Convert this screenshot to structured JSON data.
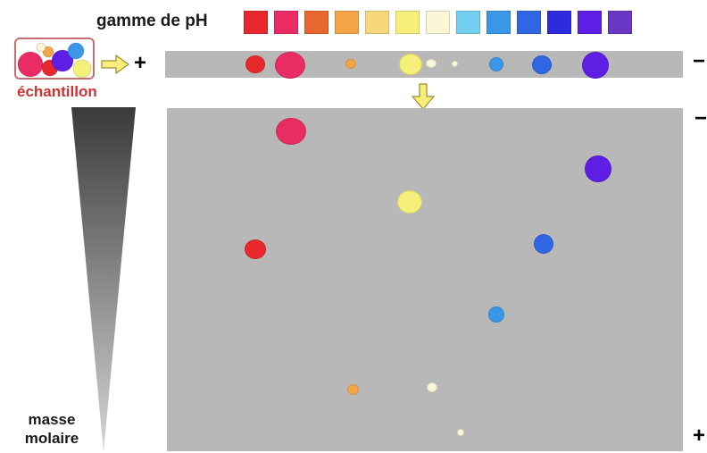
{
  "ph_scale": {
    "label": "gamme de pH",
    "colors": [
      "#e8282c",
      "#ea2c64",
      "#ea6630",
      "#f4a548",
      "#f6d77a",
      "#f6f07a",
      "#fbf7d6",
      "#72cff0",
      "#3a97e8",
      "#3066e4",
      "#2e2ae0",
      "#5e1ee4",
      "#6a36c4"
    ]
  },
  "sample": {
    "label": "échantillon",
    "colors": [
      "#ea2c64",
      "#e8282c",
      "#f6f07a",
      "#5e1ee4",
      "#3a97e8",
      "#f4a548",
      "#fbf7d6"
    ]
  },
  "first_dimension": {
    "positive_sign": "+",
    "negative_sign": "−",
    "spot_colors": [
      "#e8282c",
      "#ea2c64",
      "#f4a548",
      "#f6f07a",
      "#fbf7d6",
      "#fbf7d6",
      "#3a97e8",
      "#3066e4",
      "#5e1ee4"
    ]
  },
  "second_dimension": {
    "negative_sign": "−",
    "positive_sign": "+",
    "spot_colors": [
      "#ea2c64",
      "#5e1ee4",
      "#f6f07a",
      "#e8282c",
      "#3066e4",
      "#3a97e8",
      "#f4a548",
      "#fbf7d6",
      "#fbf7d6"
    ]
  },
  "molar_mass_axis": {
    "line1": "masse",
    "line2": "molaire"
  }
}
